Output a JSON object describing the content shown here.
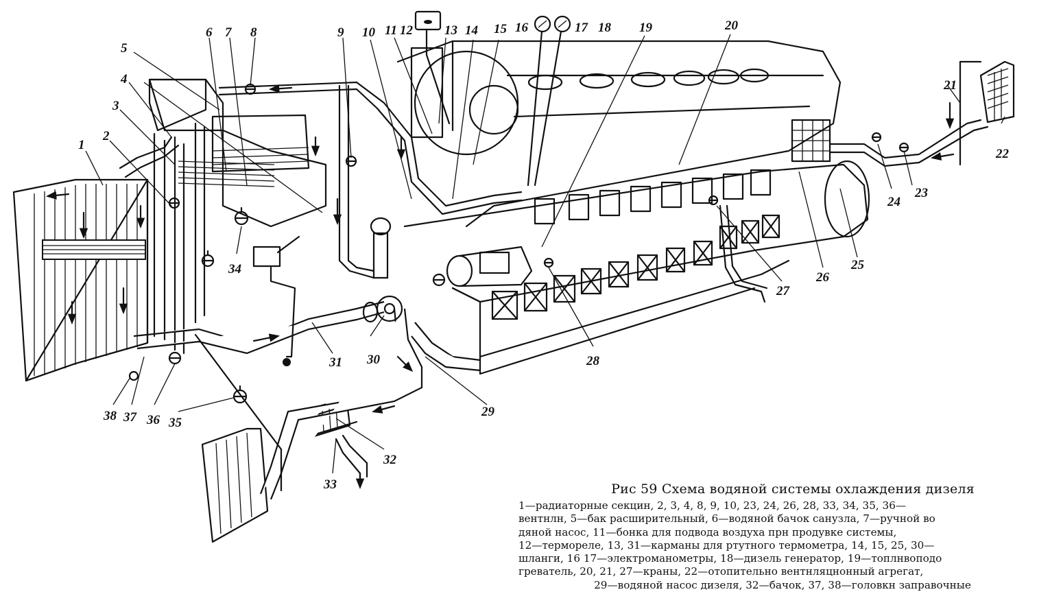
{
  "labels": [
    "1",
    "2",
    "3",
    "4",
    "5",
    "6",
    "7",
    "8",
    "9",
    "10",
    "11",
    "12",
    "13",
    "14",
    "15",
    "16",
    "17",
    "18",
    "19",
    "20",
    "21",
    "22",
    "23",
    "24",
    "25",
    "26",
    "27",
    "28",
    "29",
    "30",
    "31",
    "32",
    "33",
    "34",
    "35",
    "36",
    "37",
    "38"
  ],
  "caption": {
    "title": "Рис 59 Схема водяной системы охлаждения дизеля",
    "lines": [
      "1—радиаторные секцин, 2, 3, 4, 8, 9, 10, 23, 24, 26, 28, 33, 34, 35, 36—",
      "вентнлн, 5—бак расширительный, 6—водяной бачок санузла, 7—ручной во",
      "дяной насос, 11—бонка для подвода воздуха прн продувке системы,",
      "12—термореле, 13, 31—карманы для ртутного термометра, 14, 15, 25, 30—",
      "шланги, 16 17—электроманометры, 18—дизель генератор, 19—топлнвоподо",
      "греватель, 20, 21, 27—краны, 22—отопительно вентнляцнонный агрегат,",
      "29—водяной насос дизеля, 32—бачок, 37, 38—головкн заправочные"
    ]
  },
  "icons": [
    "flow-arrow-icon",
    "valve-icon",
    "gauge-icon"
  ]
}
